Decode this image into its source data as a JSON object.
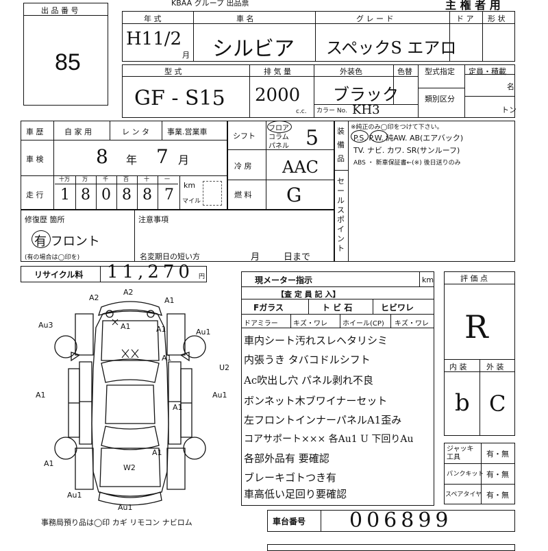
{
  "header": {
    "top_text": "KBAA グループ 出品票",
    "owner_label": "主 権 者 用"
  },
  "lot": {
    "label": "出 品 番 号",
    "value": "85"
  },
  "row1": {
    "year_label": "年 式",
    "year_value": "H11/2",
    "year_unit": "月",
    "name_label": "車 名",
    "name_value": "シルビア",
    "grade_label": "グ レ ー ド",
    "grade_value": "スペックS エアロ",
    "door_label": "ド ア",
    "shape_label": "形 状"
  },
  "row2": {
    "model_label": "型 式",
    "model_value": "GF - S15",
    "disp_label": "排 気 量",
    "disp_value": "2000",
    "disp_unit": "c.c.",
    "color_label": "外装色",
    "color_value": "ブラック",
    "color_change_label": "色替",
    "color_no_label": "カラー No.",
    "color_no_value": "KH3",
    "spec_label": "型式指定",
    "class_label": "類別区分",
    "capacity_label": "定員・積載",
    "unit_name": "名",
    "unit_ton": "トン"
  },
  "history": {
    "label": "車 歴",
    "options": [
      "自 家 用",
      "レ ン タ",
      "事業.営業車"
    ]
  },
  "inspection": {
    "label": "車 検",
    "year": "8",
    "year_unit": "年",
    "month": "7",
    "month_unit": "月"
  },
  "mileage": {
    "label": "走 行",
    "digit_labels": [
      "十万",
      "万",
      "千",
      "百",
      "十",
      "一"
    ],
    "digits": [
      "1",
      "8",
      "0",
      "8",
      "8",
      "7"
    ],
    "unit_km": "km",
    "unit_mile": "マイル"
  },
  "shift": {
    "label": "シフト",
    "options": [
      "フロア",
      "コラム",
      "パネル"
    ],
    "value": "5"
  },
  "aircon": {
    "label": "冷 房",
    "value": "AAC"
  },
  "fuel": {
    "label": "燃 料",
    "value": "G"
  },
  "equipment": {
    "label": "装 備 品",
    "note": "※純正のみ◯印をつけて下さい。",
    "line1": "P.S. P.W. 純AW. AB(エアバック)",
    "line2": "TV. ナビ. カワ. SR(サンルーフ)",
    "line3": "ABS ・ 新車保証書←(※) 後日送りのみ"
  },
  "sales_point": {
    "label": "セールスポイント"
  },
  "repair": {
    "label": "修復歴 箇所",
    "value": "有 フロント",
    "note": "(有の場合は◯印を)"
  },
  "caution": {
    "label": "注意事項",
    "short_transfer_label": "名変期日の短い方",
    "month_label": "月",
    "day_label": "日まで"
  },
  "recycle": {
    "label": "リサイクル料",
    "value": "11,270",
    "unit": "円"
  },
  "meter": {
    "label": "現メーター指示",
    "unit": "km"
  },
  "inspector": {
    "title": "【査 定 員 記 入】",
    "row1": [
      "Fガラス",
      "ト ビ 石",
      "ヒビワレ"
    ],
    "row2": [
      "ドアミラー",
      "キズ・ワレ",
      "ホイール(CP)",
      "キズ・ワレ"
    ],
    "notes": [
      "車内シート汚れスレヘタリシミ",
      "内張うき タバコドルシフト",
      "Ac吹出し穴 パネル剥れ不良",
      "ボンネット木ブワイナーセット",
      "左フロントインナーパネルA1歪み",
      "コアサポート××× 各Au1 U 下回りAu",
      "各部外品有 要確認",
      "ブレーキゴトつき有",
      "車高低い足回り要確認"
    ]
  },
  "score": {
    "label": "評 価 点",
    "value": "R",
    "interior_label": "内 装",
    "exterior_label": "外 装",
    "interior_value": "b",
    "exterior_value": "C"
  },
  "tools": {
    "jack_label": "ジャッキ工具",
    "puncture_label": "パンクキット",
    "spare_label": "スペアタイヤ",
    "option": "有・無"
  },
  "diagram": {
    "marks": [
      "A2",
      "A2",
      "A1",
      "A1",
      "Au3",
      "Au1",
      "A1",
      "A1",
      "A1",
      "A1",
      "A1",
      "A1",
      "W2",
      "Au1",
      "Au1",
      "Au1",
      "U2"
    ],
    "footer": "事務局預り品は◯印 カギ リモコン ナビロム"
  },
  "chassis": {
    "label": "車台番号",
    "value": "006899"
  }
}
